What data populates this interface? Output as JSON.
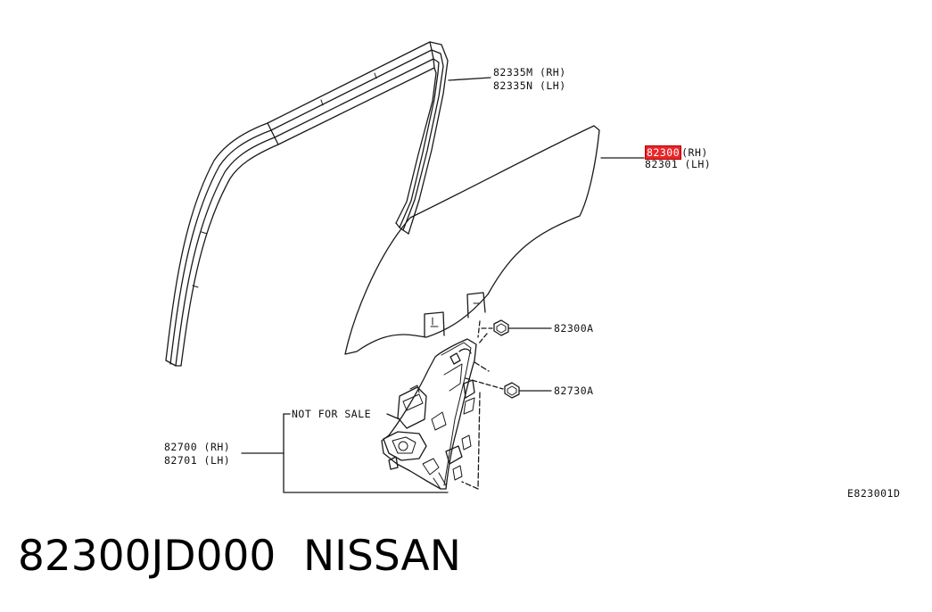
{
  "diagram": {
    "callouts": {
      "run_channel": {
        "line1": "82335M (RH)",
        "line2": "82335N (LH)"
      },
      "glass": {
        "highlighted_part": "82300",
        "line1_suffix": "(RH)",
        "line2": "82301 (LH)"
      },
      "regulator_bolt": {
        "label": "82300A"
      },
      "motor_bolt": {
        "label": "82730A"
      },
      "regulator": {
        "note": "NOT FOR SALE",
        "line1": "82700 (RH)",
        "line2": "82701 (LH)"
      }
    },
    "figure_id": "E823001D"
  },
  "footer": {
    "part_number": "82300JD000",
    "brand": "NISSAN"
  },
  "colors": {
    "line": "#1a1a1a",
    "highlight": "#e8262a",
    "background": "#ffffff"
  }
}
